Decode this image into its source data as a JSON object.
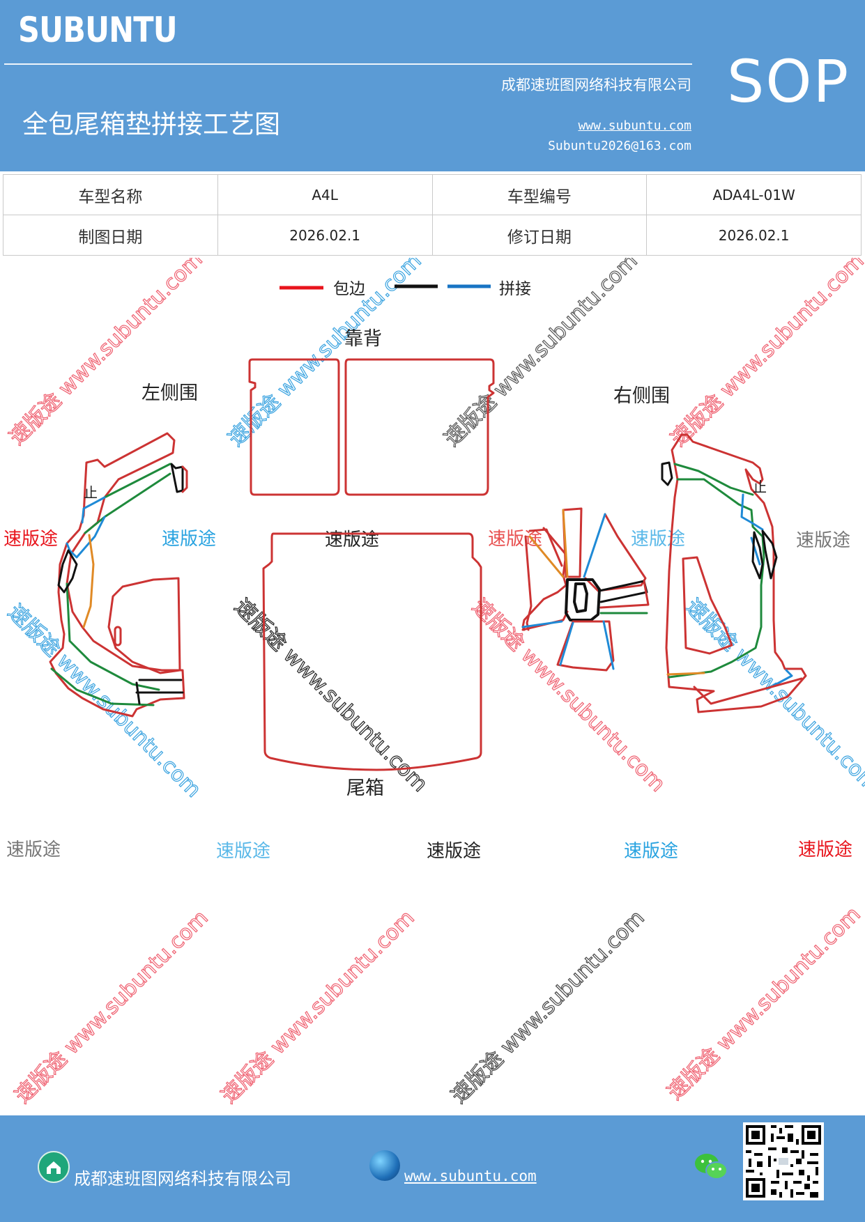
{
  "header": {
    "logo": "SUBUNTU",
    "title": "全包尾箱垫拼接工艺图",
    "company": "成都速班图网络科技有限公司",
    "website": "www.subuntu.com",
    "email": "Subuntu2026@163.com",
    "badge": "SOP"
  },
  "info_table": {
    "model_name_label": "车型名称",
    "model_name": "A4L",
    "model_code_label": "车型编号",
    "model_code": "ADA4L-01W",
    "draw_date_label": "制图日期",
    "draw_date": "2026.02.1",
    "revise_date_label": "修订日期",
    "revise_date": "2026.02.1"
  },
  "legend": {
    "wrap_label": "包边",
    "splice_label": "拼接",
    "wrap_color": "#e8141c",
    "black_color": "#111111",
    "splice_color": "#1874c4"
  },
  "diagram": {
    "backrest_label": "靠背",
    "left_side_label": "左侧围",
    "right_side_label": "右侧围",
    "trunk_label": "尾箱",
    "stop_mark": "止",
    "pattern_colors": {
      "outline": "#cc3333",
      "green": "#1e8a3c",
      "blue": "#1f8ad6",
      "orange": "#e08a26",
      "black": "#111111"
    }
  },
  "watermarks": {
    "brand": "速版途",
    "diagonal": "速版途 www.subuntu.com"
  },
  "footer": {
    "company": "成都速班图网络科技有限公司",
    "website": "www.subuntu.com",
    "icons": [
      "home-icon",
      "globe-icon",
      "wechat-icon",
      "qr-code"
    ]
  }
}
